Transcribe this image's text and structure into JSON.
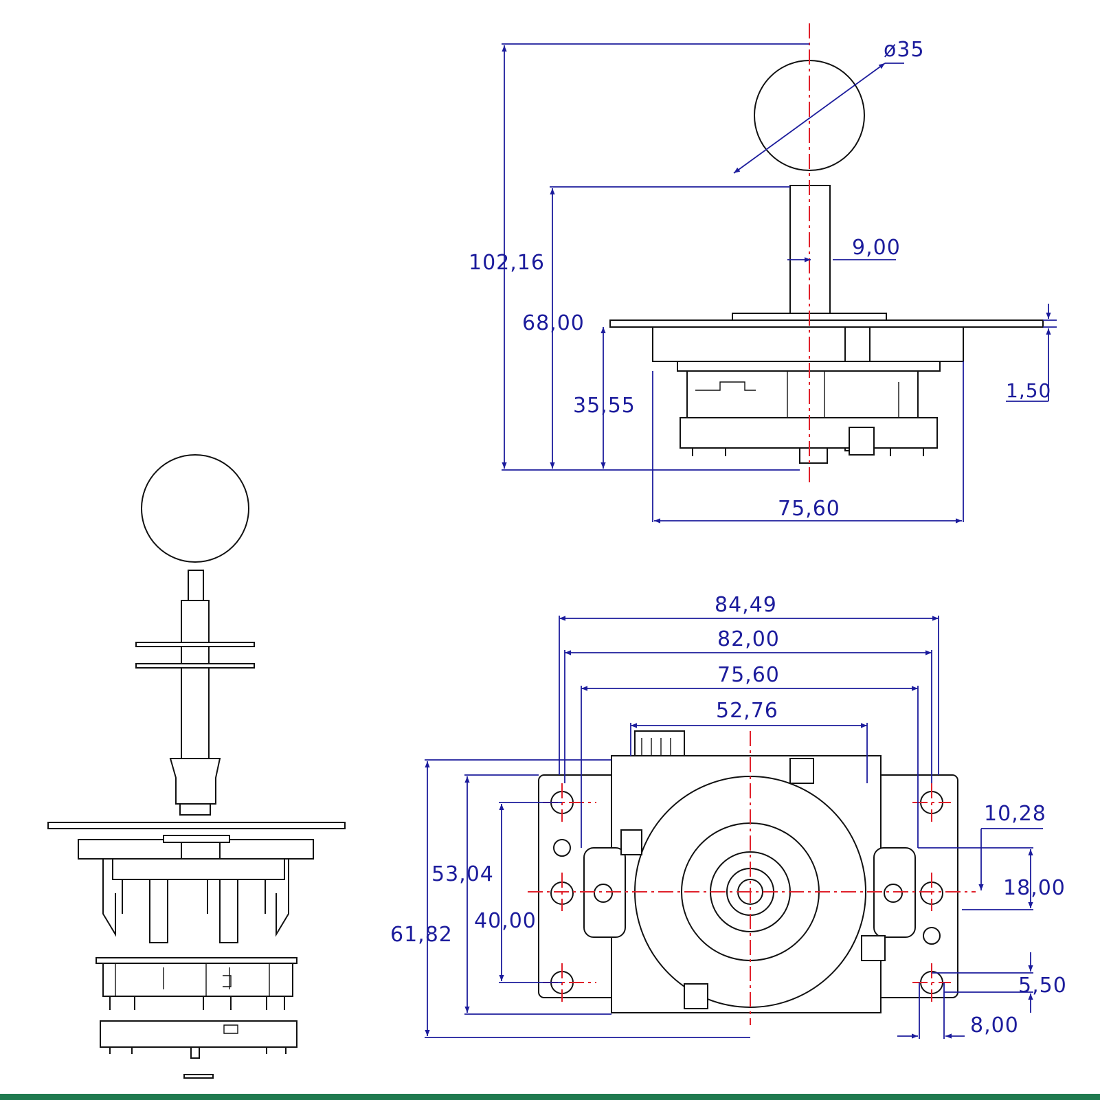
{
  "colors": {
    "dimension": "#1c1c9c",
    "centerline": "#e0202a",
    "outline": "#111111",
    "bottom_bar": "#1f7a4f"
  },
  "side_view": {
    "ball_diameter": "ø35",
    "total_height": "102,16",
    "ball_center_height": "68,00",
    "body_height": "35,55",
    "shaft_width": "9,00",
    "plate_thickness": "1,50",
    "body_width": "75,60"
  },
  "top_view": {
    "plate_width": "84,49",
    "outer_hole_spacing": "82,00",
    "inner_hole_spacing": "75,60",
    "body_width": "52,76",
    "plate_height": "61,82",
    "body_height": "53,04",
    "hole_vertical_spacing": "40,00",
    "slot_offset": "10,28",
    "slot_spacing": "18,00",
    "slot_width": "5,50",
    "slot_length": "8,00"
  }
}
